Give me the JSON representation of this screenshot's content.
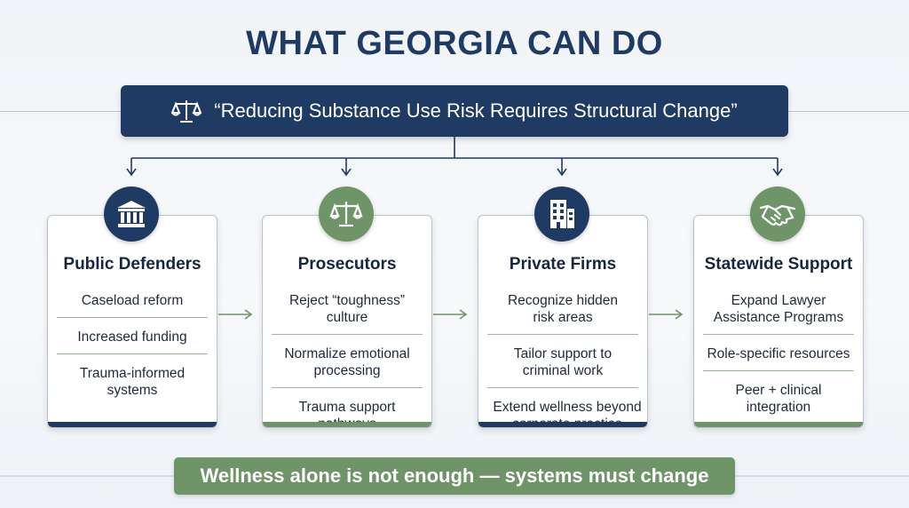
{
  "title": "WHAT GEORGIA CAN DO",
  "banner": {
    "text": "“Reducing Substance Use Risk Requires Structural Change”",
    "icon": "scales-icon"
  },
  "cards": [
    {
      "title": "Public Defenders",
      "icon": "courthouse-icon",
      "items": [
        "Caseload reform",
        "Increased funding",
        "Trauma-informed systems"
      ]
    },
    {
      "title": "Prosecutors",
      "icon": "scales-icon",
      "items": [
        "Reject “toughness” culture",
        "Normalize emotional processing",
        "Trauma support pathways"
      ]
    },
    {
      "title": "Private Firms",
      "icon": "office-building-icon",
      "items": [
        "Recognize hidden risk areas",
        "Tailor support to criminal work",
        "Extend wellness beyond corporate practice"
      ]
    },
    {
      "title": "Statewide Support",
      "icon": "handshake-icon",
      "items": [
        "Expand Lawyer Assistance Programs",
        "Role-specific resources",
        "Peer + clinical integration"
      ]
    }
  ],
  "footer": "Wellness alone is not enough — systems must change",
  "colors": {
    "navy": "#1f3a63",
    "green": "#6f9467"
  }
}
